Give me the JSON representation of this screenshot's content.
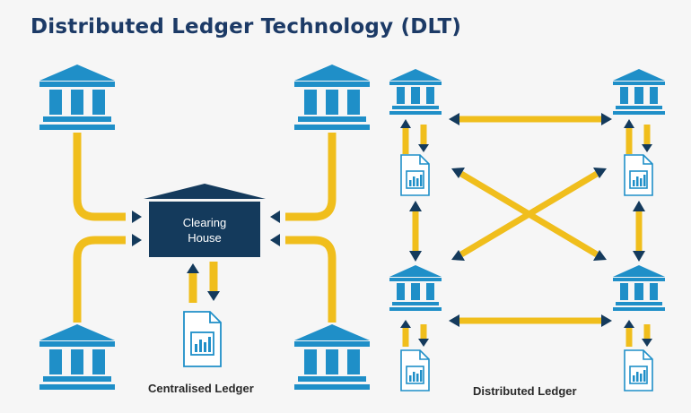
{
  "title": "Distributed Ledger Technology (DLT)",
  "centralised": {
    "hub_label_line1": "Clearing",
    "hub_label_line2": "House",
    "caption": "Centralised Ledger"
  },
  "distributed": {
    "caption": "Distributed Ledger"
  },
  "colors": {
    "arrow": "#f0be1c",
    "bank": "#1f8fc8",
    "hub": "#143a5c",
    "title": "#1c3a66",
    "ledger_icon": "#1f8fc8"
  },
  "icons": [
    "bank-icon",
    "ledger-document-icon",
    "clearing-house-icon",
    "arrow-icon"
  ]
}
